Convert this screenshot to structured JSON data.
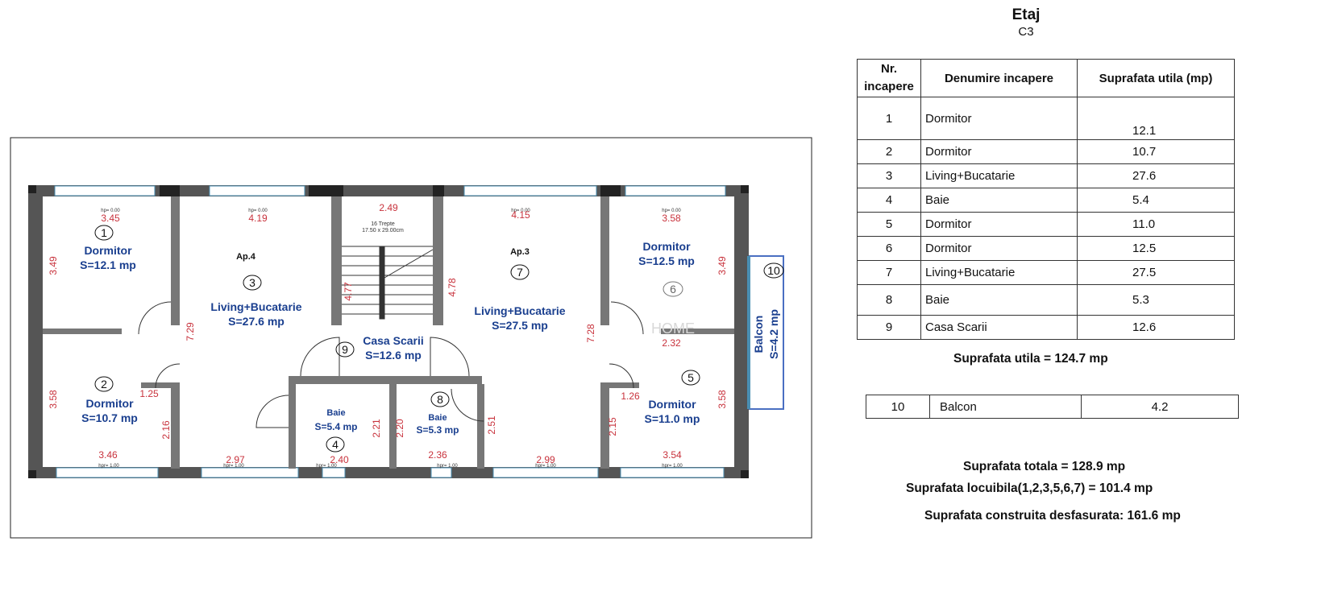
{
  "header": {
    "title": "Etaj",
    "subtitle": "C3"
  },
  "table": {
    "headers": [
      "Nr.\nincapere",
      "Denumire incapere",
      "Suprafata utila (mp)"
    ],
    "rows": [
      {
        "nr": "1",
        "name": "Dormitor",
        "area": "12.1"
      },
      {
        "nr": "2",
        "name": "Dormitor",
        "area": "10.7"
      },
      {
        "nr": "3",
        "name": "Living+Bucatarie",
        "area": "27.6"
      },
      {
        "nr": "4",
        "name": "Baie",
        "area": "5.4"
      },
      {
        "nr": "5",
        "name": "Dormitor",
        "area": "11.0"
      },
      {
        "nr": "6",
        "name": "Dormitor",
        "area": "12.5"
      },
      {
        "nr": "7",
        "name": "Living+Bucatarie",
        "area": "27.5"
      },
      {
        "nr": "8",
        "name": "Baie",
        "area": "5.3"
      },
      {
        "nr": "9",
        "name": "Casa Scarii",
        "area": "12.6"
      }
    ]
  },
  "summary": {
    "utila": "Suprafata utila = 124.7 mp",
    "balcon": {
      "nr": "10",
      "name": "Balcon",
      "area": "4.2"
    },
    "totala": "Suprafata totala = 128.9  mp",
    "locuibila": "Suprafata locuibila(1,2,3,5,6,7) = 101.4 mp",
    "construita": "Suprafata construita desfasurata: 161.6 mp"
  },
  "plan": {
    "rooms": [
      {
        "num": "1",
        "name": "Dormitor",
        "area": "S=12.1 mp"
      },
      {
        "num": "2",
        "name": "Dormitor",
        "area": "S=10.7 mp"
      },
      {
        "num": "3",
        "name": "Living+Bucatarie",
        "area": "S=27.6 mp"
      },
      {
        "num": "4",
        "name": "Baie",
        "area": "S=5.4 mp"
      },
      {
        "num": "5",
        "name": "Dormitor",
        "area": "S=11.0 mp"
      },
      {
        "num": "6",
        "name": "Dormitor",
        "area": "S=12.5 mp"
      },
      {
        "num": "7",
        "name": "Living+Bucatarie",
        "area": "S=27.5 mp"
      },
      {
        "num": "8",
        "name": "Baie",
        "area": "S=5.3 mp"
      },
      {
        "num": "9",
        "name": "Casa Scarii",
        "area": "S=12.6 mp"
      },
      {
        "num": "10",
        "name": "Balcon",
        "area": "S=4.2 mp"
      }
    ],
    "apartments": [
      "Ap.4",
      "Ap.3"
    ],
    "stairs_note": [
      "16 Trepte",
      "17.50 x 29.00cm"
    ],
    "dims": [
      "3.45",
      "4.19",
      "2.49",
      "4.15",
      "3.58",
      "3.49",
      "3.49",
      "7.29",
      "4.77",
      "4.78",
      "7.28",
      "2.32",
      "3.58",
      "3.58",
      "1.25",
      "1.26",
      "2.16",
      "2.21",
      "2.20",
      "2.51",
      "2.15",
      "3.46",
      "2.97",
      "2.40",
      "2.36",
      "2.99",
      "3.54"
    ],
    "hp": "hp= 0.00",
    "hpr": "hpr= 1.00",
    "watermark": "HOME"
  }
}
